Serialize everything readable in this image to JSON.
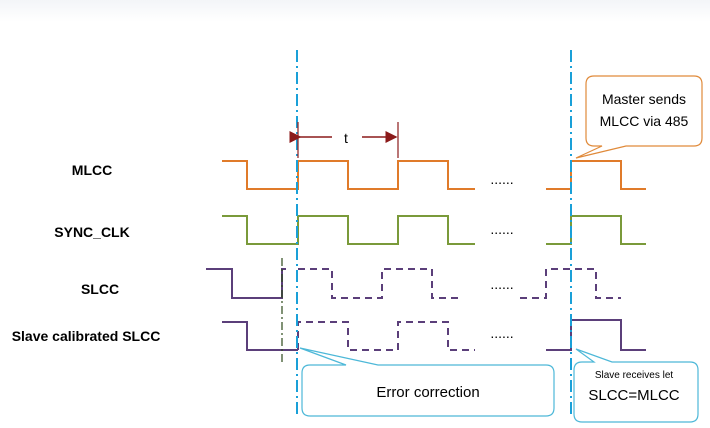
{
  "signals": {
    "mlcc": {
      "label": "MLCC",
      "color": "#e07b2a"
    },
    "sync_clk": {
      "label": "SYNC_CLK",
      "color": "#7a9a3a"
    },
    "slcc": {
      "label": "SLCC",
      "color": "#5b3f7a"
    },
    "calibrated": {
      "label": "Slave calibrated SLCC",
      "color": "#5b3f7a"
    }
  },
  "period_label": "t",
  "ellipsis": "......",
  "callouts": {
    "master": {
      "line1": "Master sends",
      "line2": "MLCC via 485",
      "border_color": "#e08a3a"
    },
    "error": {
      "text": "Error correction",
      "border_color": "#4db8d8"
    },
    "slave": {
      "line1": "Slave receives let",
      "line2": "SLCC=MLCC",
      "border_color": "#4db8d8"
    }
  },
  "colors": {
    "marker_line": "#1aa0d8",
    "period_arrow": "#8b1a1a",
    "skew_line": "#2d4a1a"
  }
}
